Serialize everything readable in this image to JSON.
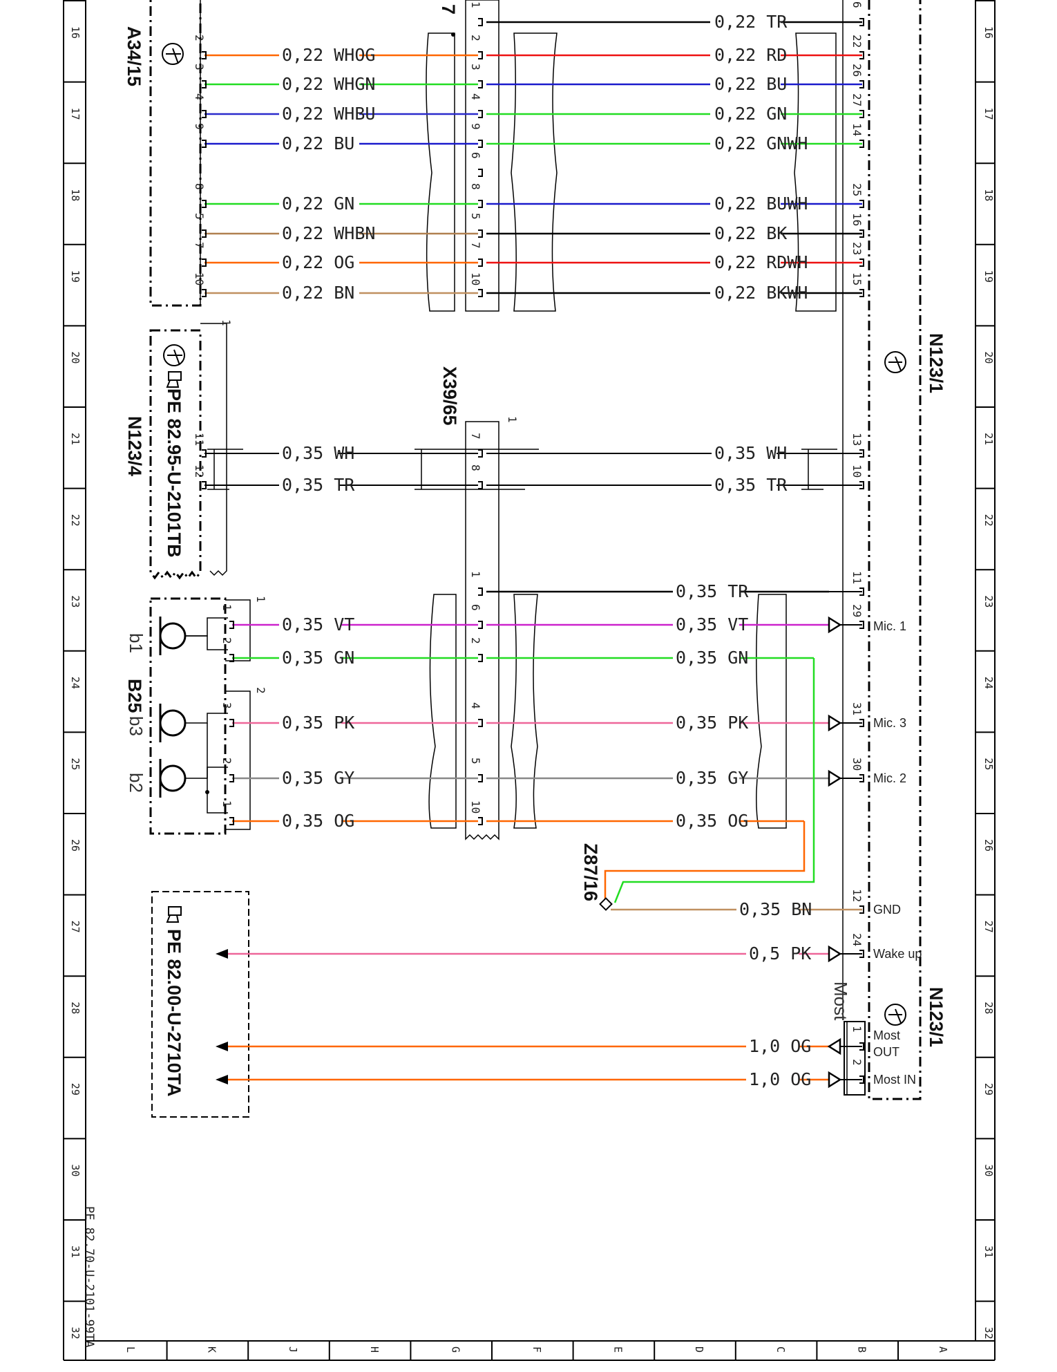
{
  "document": {
    "page_ref": "PE 82.70-U-2101-99TA",
    "partial_top_label": "7",
    "grid_numbers": [
      "16",
      "17",
      "18",
      "19",
      "20",
      "21",
      "22",
      "23",
      "24",
      "25",
      "26",
      "27",
      "28",
      "29",
      "30",
      "31",
      "32"
    ],
    "grid_letters": [
      "L",
      "K",
      "J",
      "H",
      "G",
      "F",
      "E",
      "D",
      "C",
      "B",
      "A"
    ]
  },
  "components": {
    "A34_15": "A34/15",
    "N123_4": "N123/4",
    "N123_4_ref": "PE 82.95-U-2101TB",
    "B25": "B25",
    "b1": "b1",
    "b2": "b2",
    "b3": "b3",
    "X39_65": "X39/65",
    "N123_1": "N123/1",
    "Z87_16": "Z87/16",
    "most_block": "Most",
    "ext_ref": "PE 82.00-U-2710TA"
  },
  "pin_labels": {
    "mic1": "Mic. 1",
    "mic3": "Mic. 3",
    "mic2": "Mic. 2",
    "gnd": "GND",
    "wakeup": "Wake up",
    "most_out_1": "Most",
    "most_out_2": "OUT",
    "most_in": "Most IN"
  },
  "wires": {
    "top": [
      {
        "lpin": "",
        "xpin": "1",
        "rpin": "6",
        "left": "",
        "right": "0,22  TR",
        "lc": "#000000",
        "rc": "#000000"
      },
      {
        "lpin": "2",
        "xpin": "2",
        "rpin": "22",
        "left": "0,22  WHOG",
        "right": "0,22  RD",
        "lc": "#ff6600",
        "rc": "#ee1111"
      },
      {
        "lpin": "3",
        "xpin": "3",
        "rpin": "26",
        "left": "0,22  WHGN",
        "right": "0,22  BU",
        "lc": "#22dd22",
        "rc": "#1a1acc"
      },
      {
        "lpin": "4",
        "xpin": "4",
        "rpin": "27",
        "left": "0,22  WHBU",
        "right": "0,22  GN",
        "lc": "#2a2acc",
        "rc": "#22dd22"
      },
      {
        "lpin": "9",
        "xpin": "9",
        "rpin": "14",
        "left": "0,22  BU",
        "right": "0,22  GNWH",
        "lc": "#1a1acc",
        "rc": "#22dd22"
      },
      {
        "lpin": "",
        "xpin": "6",
        "rpin": "",
        "left": "",
        "right": "",
        "lc": "#000000",
        "rc": "#000000"
      },
      {
        "lpin": "8",
        "xpin": "8",
        "rpin": "25",
        "left": "0,22  GN",
        "right": "0,22  BUWH",
        "lc": "#22dd22",
        "rc": "#1a1acc"
      },
      {
        "lpin": "5",
        "xpin": "5",
        "rpin": "16",
        "left": "0,22  WHBN",
        "right": "0,22  BK",
        "lc": "#b08050",
        "rc": "#000000"
      },
      {
        "lpin": "7",
        "xpin": "7",
        "rpin": "23",
        "left": "0,22  OG",
        "right": "0,22  RDWH",
        "lc": "#ff6600",
        "rc": "#ee1111"
      },
      {
        "lpin": "10",
        "xpin": "10",
        "rpin": "15",
        "left": "0,22  BN",
        "right": "0,22  BKWH",
        "lc": "#c09060",
        "rc": "#000000"
      }
    ],
    "mid": [
      {
        "lpin": "11",
        "xpin": "7",
        "rpin": "13",
        "left": "0,35  WH",
        "right": "0,35  WH"
      },
      {
        "lpin": "12",
        "xpin": "8",
        "rpin": "10",
        "left": "0,35  TR",
        "right": "0,35  TR"
      }
    ],
    "mic": [
      {
        "lpin": "",
        "xpin": "1",
        "rpin": "11",
        "left": "",
        "right": "0,35  TR",
        "c": "#000000"
      },
      {
        "lpin": "1",
        "xpin": "6",
        "rpin": "29",
        "left": "0,35  VT",
        "right": "0,35  VT",
        "c": "#cc22cc"
      },
      {
        "lpin": "2",
        "xpin": "2",
        "rpin": "",
        "left": "0,35  GN",
        "right": "0,35  GN",
        "c": "#22dd22"
      },
      {
        "lpin": "3",
        "xpin": "4",
        "rpin": "31",
        "left": "0,35  PK",
        "right": "0,35  PK",
        "c": "#ee6699"
      },
      {
        "lpin": "2",
        "xpin": "5",
        "rpin": "30",
        "left": "0,35  GY",
        "right": "0,35  GY",
        "c": "#888888"
      },
      {
        "lpin": "1",
        "xpin": "10",
        "rpin": "",
        "left": "0,35  OG",
        "right": "0,35  OG",
        "c": "#ff6600"
      }
    ],
    "gnd": {
      "rpin": "12",
      "label": "0,35  BN"
    },
    "wake": {
      "rpin": "24",
      "label": "0,5  PK"
    },
    "most_out": {
      "rpin": "1",
      "label": "1,0  OG"
    },
    "most_in": {
      "rpin": "2",
      "label": "1,0  OG"
    }
  },
  "connector_corner_numbers": {
    "b1_group": "1",
    "b3_group": "2",
    "n123_4": "1",
    "x39": "1"
  }
}
